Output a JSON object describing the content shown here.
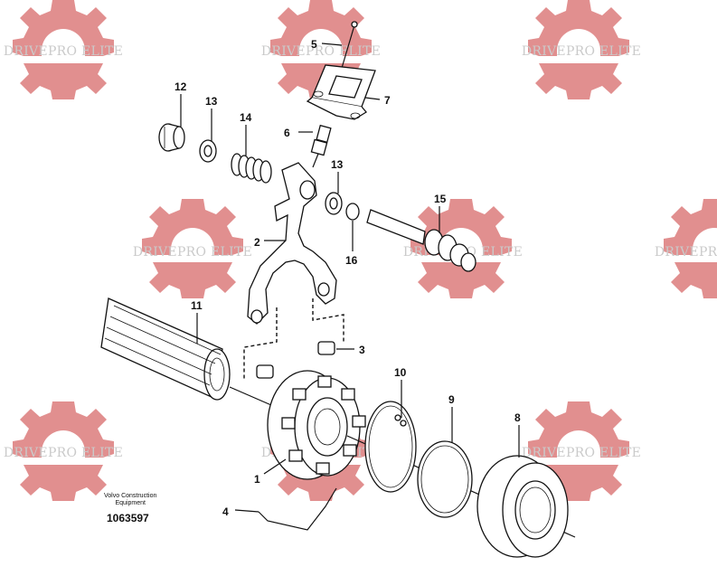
{
  "watermark": {
    "text": "DRIVEPRO ELITE",
    "gear_color": "#e08a8a",
    "text_color": "#c8c8c8"
  },
  "callouts": [
    "1",
    "2",
    "3",
    "4",
    "5",
    "6",
    "7",
    "8",
    "9",
    "10",
    "11",
    "12",
    "13",
    "13",
    "14",
    "15",
    "16"
  ],
  "footer": {
    "brand_line1": "Volvo Construction",
    "brand_line2": "Equipment",
    "doc_number": "1063597"
  }
}
